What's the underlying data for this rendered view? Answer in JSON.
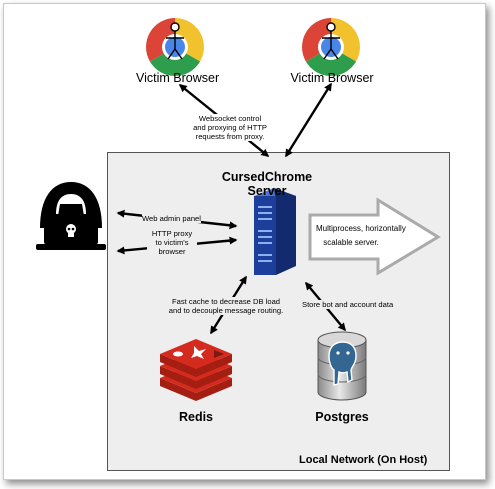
{
  "browsers": [
    {
      "label": "Victim Browser"
    },
    {
      "label": "Victim Browser"
    }
  ],
  "links": {
    "websocket": [
      "Websocket control",
      "and proxying of HTTP",
      "requests from proxy."
    ],
    "web_admin": "Web admin panel",
    "http_proxy": [
      "HTTP proxy",
      "to victim's",
      "browser"
    ],
    "fast_cache": [
      "Fast cache to decrease DB load",
      "and to decouple message routing."
    ],
    "store": "Store bot and account data"
  },
  "server": {
    "title": [
      "CursedChrome",
      "Server"
    ]
  },
  "scale_arrow": [
    "Multiprocess, horizontally",
    "scalable server."
  ],
  "components": {
    "redis": "Redis",
    "postgres": "Postgres"
  },
  "network": {
    "label": "Local Network (On Host)"
  },
  "icons": {
    "browser": "chrome-stickfigure-icon",
    "attacker": "hooded-hacker-icon",
    "server": "server-rack-icon",
    "redis": "redis-logo-icon",
    "postgres": "postgres-database-icon"
  },
  "colors": {
    "box_fill": "#eeeeee",
    "server_blue": "#1e3e9c",
    "redis_red": "#d52b1f",
    "postgres_blue": "#336791"
  }
}
